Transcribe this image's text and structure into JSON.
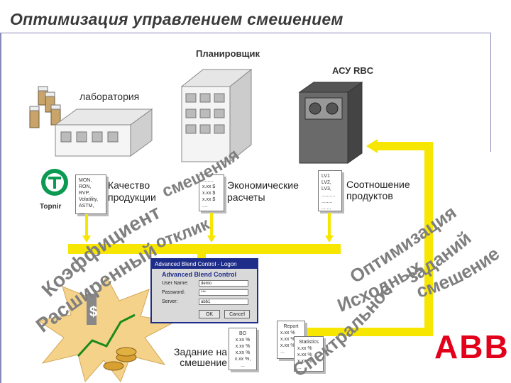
{
  "title": "Оптимизация управлением смешением",
  "labels": {
    "planner": "Планировщик",
    "acs": "АСУ RBC",
    "lab": "лаборатория",
    "quality": [
      "Качество",
      "продукции"
    ],
    "economic": [
      "Экономические",
      "расчеты"
    ],
    "ratio": [
      "Соотношение",
      "продуктов"
    ],
    "task": [
      "Задание на",
      "смешение"
    ]
  },
  "arcs": {
    "blend_response": "смешения",
    "blend_response_2": "отклик",
    "coefficient": "Коэффициент",
    "expanded": "Расширенный",
    "optimization": "Оптимизация",
    "tasks": "заданий",
    "initial": "Исходных",
    "mixing": "смешение",
    "spectral": "Спектральное"
  },
  "docs": {
    "lab_doc": [
      "MON,",
      "RON,",
      "RVP,",
      "Volatility,",
      "ASTM,",
      "...,"
    ],
    "econ_doc": [
      "........",
      "x.xx $",
      "x.xx $",
      "x.xx $",
      "...."
    ],
    "ratio_doc": [
      "LV1",
      "LV2,",
      "LV3,",
      "..........",
      "........",
      "...  ..."
    ],
    "bo_doc": [
      "BO",
      "x.xx %",
      "x.xx %",
      "x.xx %",
      "x.xx %,",
      "..."
    ],
    "report_doc": [
      "Report",
      "x.xx %",
      "x.xx %",
      "x.xx %",
      "..."
    ],
    "stats_doc": [
      "Statistics",
      "x.xx %",
      "x.xx %",
      "x.xx %",
      "..."
    ]
  },
  "window": {
    "title": "Advanced Blend Control - Logon",
    "heading": "Advanced Blend Control",
    "user_label": "User Name:",
    "user_value": "demo",
    "password_label": "Password:",
    "password_value": "***",
    "server_label": "Server:",
    "server_value": "abb1",
    "ok": "OK",
    "cancel": "Cancel"
  },
  "brands": {
    "topnir": "Topnir",
    "abb": "ABB"
  },
  "colors": {
    "accent_yellow": "#f7e600",
    "arc_gray": "#7f7f7f",
    "abb_red": "#e2001a",
    "topnir_green": "#0a9a52"
  }
}
